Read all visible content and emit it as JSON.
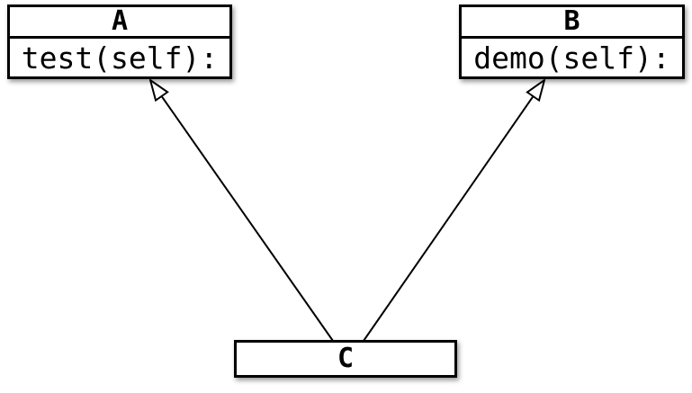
{
  "diagram": {
    "type": "uml-class-diagram",
    "classes": [
      {
        "id": "A",
        "name": "A",
        "methods": [
          "test(self):"
        ]
      },
      {
        "id": "B",
        "name": "B",
        "methods": [
          "demo(self):"
        ]
      },
      {
        "id": "C",
        "name": "C",
        "methods": []
      }
    ],
    "relations": [
      {
        "from": "C",
        "to": "A",
        "type": "inheritance",
        "arrowhead": "hollow-triangle"
      },
      {
        "from": "C",
        "to": "B",
        "type": "inheritance",
        "arrowhead": "hollow-triangle"
      }
    ],
    "colors": {
      "line": "#000000",
      "fill": "#ffffff",
      "background": "#ffffff"
    }
  }
}
